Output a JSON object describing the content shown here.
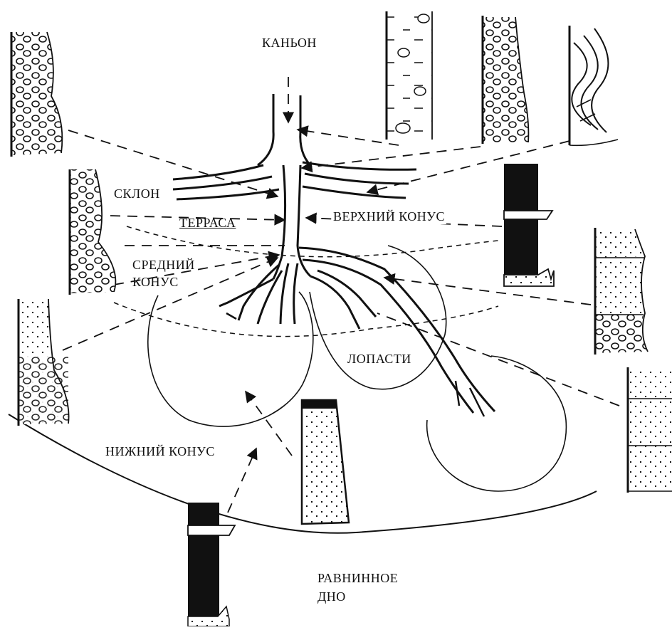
{
  "labels": {
    "canyon": "КАНЬОН",
    "slope": "СКЛОН",
    "terrace": "ТЕРРАСА",
    "upper_fan": "ВЕРХНИЙ КОНУС",
    "middle_fan_line1": "СРЕДНИЙ",
    "middle_fan_line2": "КОНУС",
    "lobes": "ЛОПАСТИ",
    "lower_fan": "НИЖНИЙ КОНУС",
    "basin_plain_line1": "РАВНИННОЕ",
    "basin_plain_line2": "ДНО"
  },
  "colors": {
    "ink": "#111111",
    "paper": "#ffffff"
  }
}
